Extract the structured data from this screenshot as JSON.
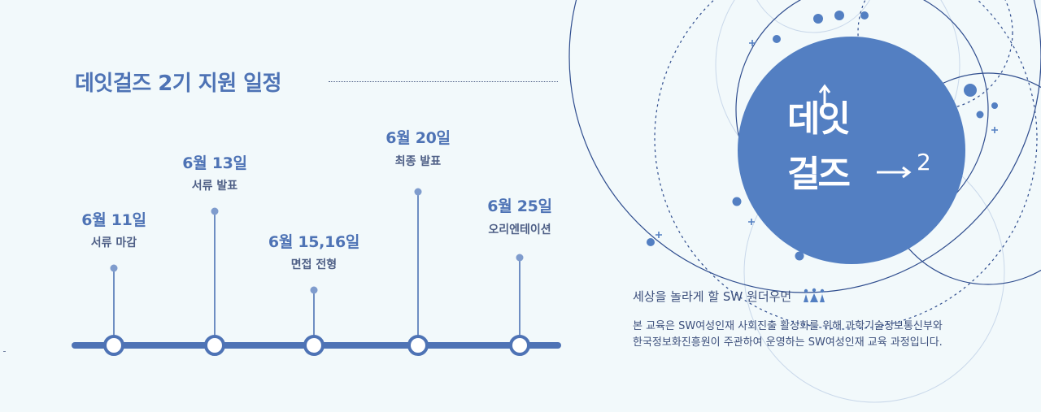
{
  "page": {
    "title": "데잇걸즈 2기 지원 일정"
  },
  "timeline": {
    "events": [
      {
        "date": "6월 11일",
        "label": "서류 마감"
      },
      {
        "date": "6월 13일",
        "label": "서류 발표"
      },
      {
        "date": "6월 15,16일",
        "label": "면접 전형"
      },
      {
        "date": "6월 20일",
        "label": "최종 발표"
      },
      {
        "date": "6월 25일",
        "label": "오리엔테이션"
      }
    ]
  },
  "brand": {
    "logo_line1": "데잇",
    "logo_line2": "걸즈",
    "logo_number": "2",
    "slogan": "세상을 놀라게 할 SW 원더우먼",
    "description_line1": "본 교육은 SW여성인재 사회진출 활성화를 위해 과학기술정보통신부와",
    "description_line2": "한국정보화진흥원이 주관하여 운영하는 SW여성인재 교육 과정입니다."
  },
  "colors": {
    "background": "#f2f9fb",
    "accent": "#4e73b5",
    "circle_fill": "#537fc2",
    "line": "#2f4d8e",
    "text": "#3c4f7c"
  }
}
